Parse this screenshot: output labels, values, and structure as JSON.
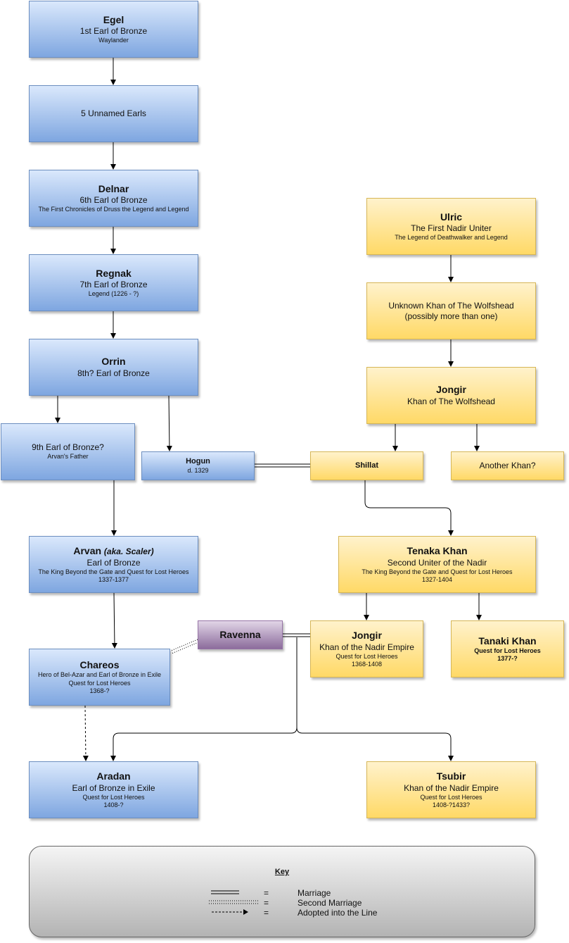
{
  "nodes": {
    "egel": {
      "name": "Egel",
      "title": "1st Earl of Bronze",
      "source": "Waylander"
    },
    "unnamed": {
      "text": "5 Unnamed Earls"
    },
    "delnar": {
      "name": "Delnar",
      "title": "6th Earl of Bronze",
      "source": "The First Chronicles of Druss the Legend and Legend"
    },
    "regnak": {
      "name": "Regnak",
      "title": "7th Earl of Bronze",
      "source": "Legend (1226 - ?)"
    },
    "orrin": {
      "name": "Orrin",
      "title": "8th? Earl of Bronze"
    },
    "ninth": {
      "text": "9th Earl of Bronze?",
      "source": "Arvan's Father"
    },
    "hogun": {
      "name": "Hogun",
      "dates": "d. 1329"
    },
    "arvan": {
      "name": "Arvan",
      "aka": "(aka. Scaler)",
      "title": "Earl of Bronze",
      "source": "The King Beyond the Gate and Quest for Lost Heroes",
      "dates": "1337-1377"
    },
    "chareos": {
      "name": "Chareos",
      "title": "Hero of Bel-Azar and Earl of Bronze in Exile",
      "source": "Quest for Lost Heroes",
      "dates": "1368-?"
    },
    "aradan": {
      "name": "Aradan",
      "title": "Earl of Bronze in Exile",
      "source": "Quest for Lost Heroes",
      "dates": "1408-?"
    },
    "ravenna": {
      "name": "Ravenna"
    },
    "ulric": {
      "name": "Ulric",
      "title": "The First Nadir Uniter",
      "source": "The Legend of Deathwalker and Legend"
    },
    "unknown_khan": {
      "line1": "Unknown Khan of The Wolfshead",
      "line2": "(possibly more than one)"
    },
    "jongir1": {
      "name": "Jongir",
      "title": "Khan of The Wolfshead"
    },
    "shillat": {
      "name": "Shillat"
    },
    "another_khan": {
      "text": "Another Khan?"
    },
    "tenaka": {
      "name": "Tenaka Khan",
      "title": "Second Uniter of the Nadir",
      "source": "The King Beyond the Gate and Quest for Lost Heroes",
      "dates": "1327-1404"
    },
    "jongir2": {
      "name": "Jongir",
      "title": "Khan of the Nadir Empire",
      "source": "Quest for Lost Heroes",
      "dates": "1368-1408"
    },
    "tanaki": {
      "name": "Tanaki Khan",
      "source": "Quest for Lost Heroes",
      "dates": "1377-?"
    },
    "tsubir": {
      "name": "Tsubir",
      "title": "Khan of the Nadir Empire",
      "source": "Quest for Lost Heroes",
      "dates": "1408-?1433?"
    }
  },
  "key": {
    "title": "Key",
    "eq": "=",
    "items": [
      {
        "style": "double",
        "label": "Marriage"
      },
      {
        "style": "dotted",
        "label": "Second Marriage"
      },
      {
        "style": "dashed-arrow",
        "label": "Adopted into the Line"
      }
    ]
  },
  "colors": {
    "blue_light": "#dae8fc",
    "blue_dark": "#7ea6e0",
    "yellow_light": "#fff2cc",
    "yellow_dark": "#ffd966",
    "purple_light": "#e1d5e7",
    "purple_dark": "#8c6c9c",
    "line": "#000000"
  }
}
